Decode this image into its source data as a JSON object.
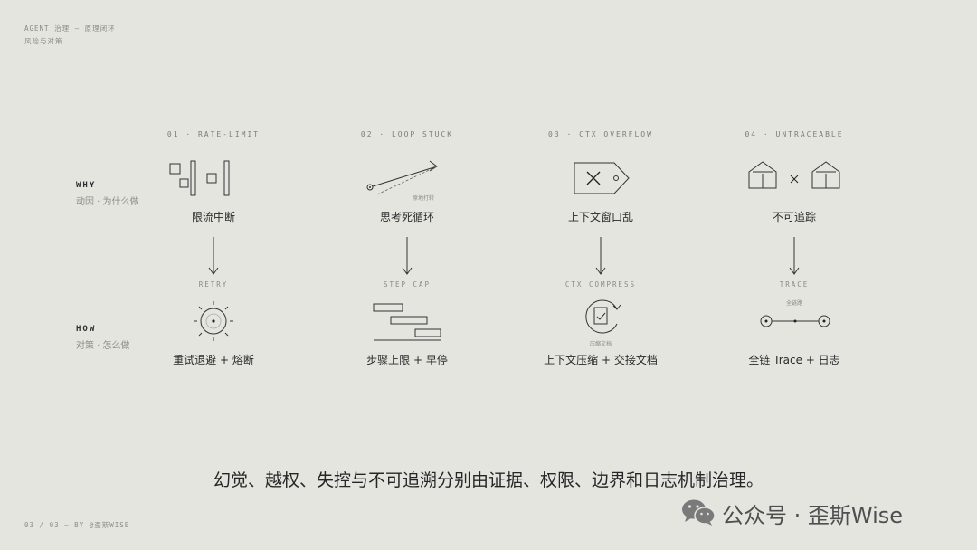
{
  "header": {
    "line1": "AGENT 治理 — 原理闭环",
    "line2": "风险与对策"
  },
  "rows": {
    "why": {
      "label": "WHY",
      "sub": "动因 · 为什么做"
    },
    "how": {
      "label": "HOW",
      "sub": "对策 · 怎么做"
    }
  },
  "columns": [
    {
      "title": "01 · RATE-LIMIT",
      "why_label": "限流中断",
      "how_tag": "RETRY",
      "how_label": "重试退避 + 熔断",
      "why_icon": "rate-limit-icon",
      "how_icon": "retry-backoff-icon"
    },
    {
      "title": "02 · LOOP STUCK",
      "why_label": "思考死循环",
      "why_note": "原地打转",
      "how_tag": "STEP CAP",
      "how_label": "步骤上限 + 早停",
      "why_icon": "loop-arrow-icon",
      "how_icon": "step-cap-icon"
    },
    {
      "title": "03 · CTX OVERFLOW",
      "why_label": "上下文窗口乱",
      "how_tag": "CTX COMPRESS",
      "how_note": "压缩文档",
      "how_label": "上下文压缩 + 交接文档",
      "why_icon": "context-tag-icon",
      "how_icon": "compress-document-icon"
    },
    {
      "title": "04 · UNTRACEABLE",
      "why_label": "不可追踪",
      "how_tag": "TRACE",
      "how_note": "全链路",
      "how_label": "全链 Trace + 日志",
      "why_icon": "disconnected-houses-icon",
      "how_icon": "trace-link-icon"
    }
  ],
  "caption": "幻觉、越权、失控与不可追溯分别由证据、权限、边界和日志机制治理。",
  "footer": "03 / 03 — BY @歪斯WISE",
  "watermark": {
    "text": "公众号 · 歪斯Wise",
    "icon": "wechat-icon"
  },
  "colors": {
    "background": "#e5e5e0",
    "ink": "#2a2a2a",
    "muted": "#8a8a84"
  }
}
